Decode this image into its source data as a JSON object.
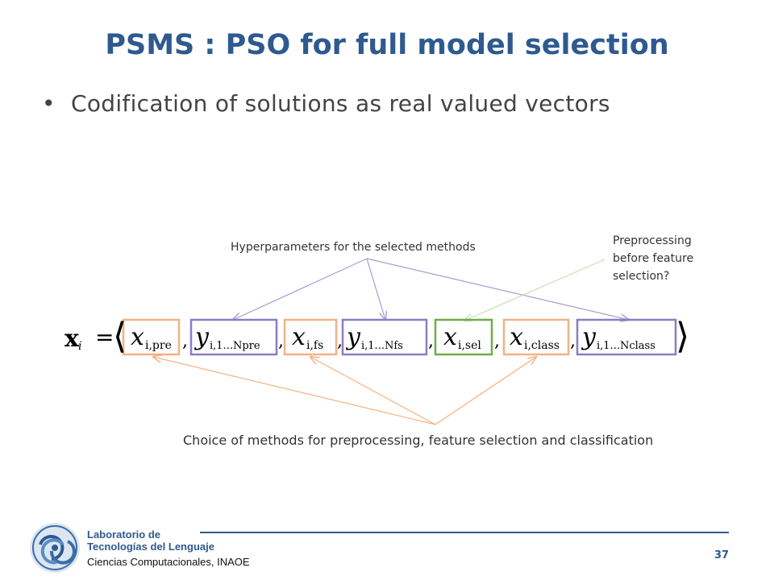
{
  "slide": {
    "title": "PSMS : PSO for full model selection",
    "bullet": "Codification of solutions as real valued vectors"
  },
  "annotations": {
    "hyperparameters": "Hyperparameters for the selected methods",
    "preprocessing_line1": "Preprocessing",
    "preprocessing_line2": "before feature",
    "preprocessing_line3": "selection?",
    "choice": "Choice of methods for preprocessing, feature selection and classification"
  },
  "formula": {
    "lhs_var": "x",
    "lhs_sub": "i",
    "equals": "=",
    "terms": [
      {
        "var": "x",
        "sub": "i,pre"
      },
      {
        "var": "y",
        "sub": "i,1...Npre"
      },
      {
        "var": "x",
        "sub": "i,fs"
      },
      {
        "var": "y",
        "sub": "i,1...Nfs"
      },
      {
        "var": "x",
        "sub": "i,sel"
      },
      {
        "var": "x",
        "sub": "i,class"
      },
      {
        "var": "y",
        "sub": "i,1...Nclass"
      }
    ]
  },
  "footer": {
    "lab_line1": "Laboratorio de",
    "lab_line2": "Tecnologías del Lenguaje",
    "institution": "Ciencias Computacionales, INAOE",
    "page_number": "37"
  },
  "colors": {
    "title": "#2E5A8F",
    "box_orange": "#F4B183",
    "box_purple": "#8E7CC3",
    "box_green": "#70AD47",
    "arrow_purple": "#A89CD0",
    "arrow_orange": "#F4B183",
    "arrow_green": "#C5E0B4"
  }
}
